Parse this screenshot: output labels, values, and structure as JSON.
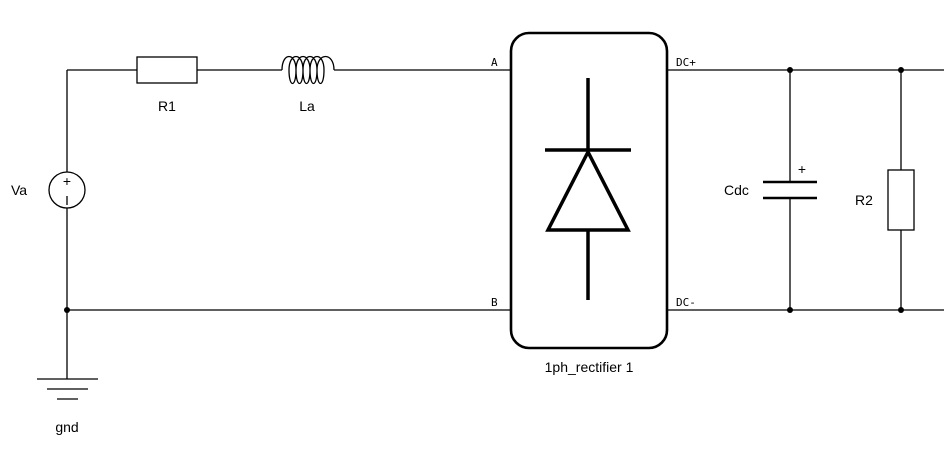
{
  "labels": {
    "source": "Va",
    "r1": "R1",
    "inductor": "La",
    "ground": "gnd",
    "rectifier": "1ph_rectifier 1",
    "capacitor": "Cdc",
    "r2": "R2",
    "source_plus": "+",
    "cap_plus": "+"
  },
  "pins": {
    "a": "A",
    "b": "B",
    "dc_plus": "DC+",
    "dc_minus": "DC-"
  }
}
